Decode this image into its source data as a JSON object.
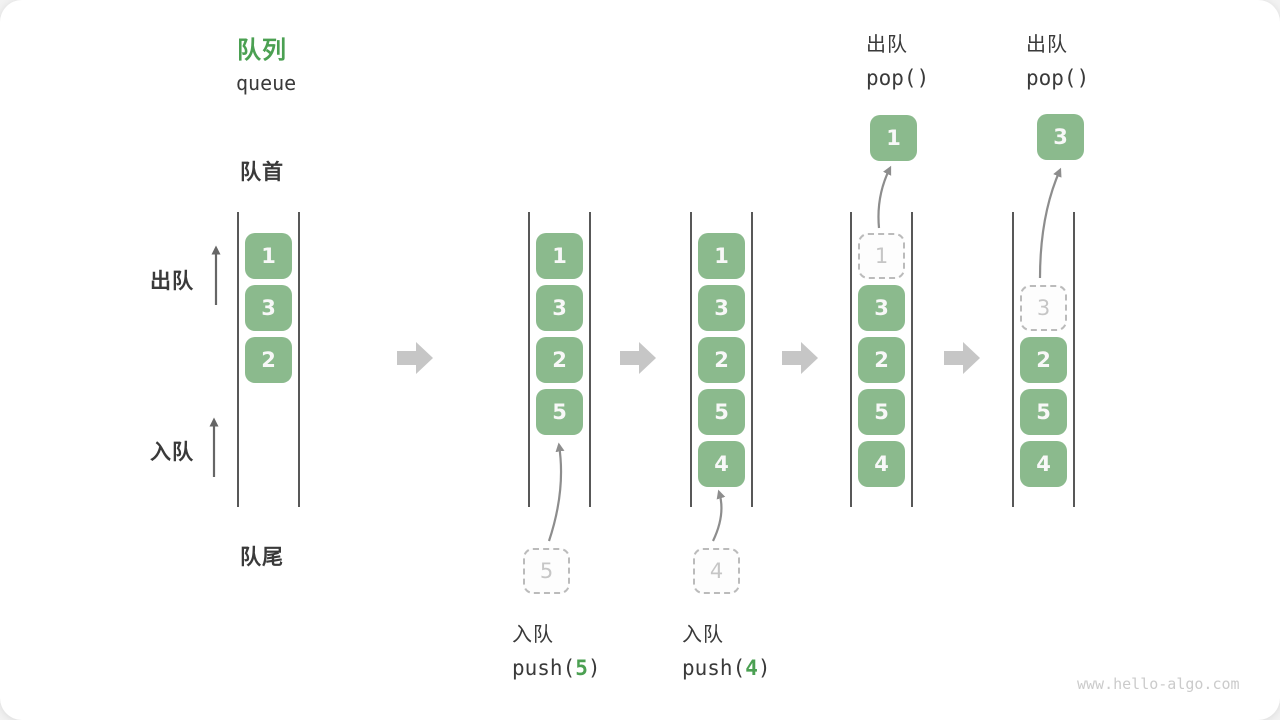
{
  "title": {
    "zh": "队列",
    "en": "queue"
  },
  "labels": {
    "front": "队首",
    "rear": "队尾",
    "dequeue_side": "出队",
    "enqueue_side": "入队"
  },
  "watermark": "www.hello-algo.com",
  "colors": {
    "green_box": "#8BBA8D",
    "green_accent": "#4BA052",
    "text_dark": "#3A3A3A",
    "cell_text": "#F8F8F8",
    "ghost_border": "#BBBBBB",
    "ghost_text": "#C6C6C6",
    "rail": "#585858",
    "big_arrow": "#C6C6C6",
    "curve_arrow": "#8D8D8D",
    "side_arrow": "#666666",
    "watermark": "#CBCBCB"
  },
  "states": [
    {
      "name": "initial",
      "cells": [
        {
          "slot": 0,
          "value": "1",
          "style": "solid"
        },
        {
          "slot": 1,
          "value": "3",
          "style": "solid"
        },
        {
          "slot": 2,
          "value": "2",
          "style": "solid"
        }
      ]
    },
    {
      "name": "after-push-5",
      "cells": [
        {
          "slot": 0,
          "value": "1",
          "style": "solid"
        },
        {
          "slot": 1,
          "value": "3",
          "style": "solid"
        },
        {
          "slot": 2,
          "value": "2",
          "style": "solid"
        },
        {
          "slot": 3,
          "value": "5",
          "style": "solid"
        }
      ],
      "incoming": "5",
      "caption": {
        "label": "入队",
        "code": [
          {
            "text": "push(",
            "accent": false
          },
          {
            "text": "5",
            "accent": true
          },
          {
            "text": ")",
            "accent": false
          }
        ]
      }
    },
    {
      "name": "after-push-4",
      "cells": [
        {
          "slot": 0,
          "value": "1",
          "style": "solid"
        },
        {
          "slot": 1,
          "value": "3",
          "style": "solid"
        },
        {
          "slot": 2,
          "value": "2",
          "style": "solid"
        },
        {
          "slot": 3,
          "value": "5",
          "style": "solid"
        },
        {
          "slot": 4,
          "value": "4",
          "style": "solid"
        }
      ],
      "incoming": "4",
      "caption": {
        "label": "入队",
        "code": [
          {
            "text": "push(",
            "accent": false
          },
          {
            "text": "4",
            "accent": true
          },
          {
            "text": ")",
            "accent": false
          }
        ]
      }
    },
    {
      "name": "after-pop-1",
      "cells": [
        {
          "slot": 0,
          "value": "1",
          "style": "dashed"
        },
        {
          "slot": 1,
          "value": "3",
          "style": "solid"
        },
        {
          "slot": 2,
          "value": "2",
          "style": "solid"
        },
        {
          "slot": 3,
          "value": "5",
          "style": "solid"
        },
        {
          "slot": 4,
          "value": "4",
          "style": "solid"
        }
      ],
      "popped": "1",
      "caption": {
        "label": "出队",
        "code": [
          {
            "text": "pop()",
            "accent": false
          }
        ]
      }
    },
    {
      "name": "after-pop-3",
      "cells": [
        {
          "slot": 1,
          "value": "3",
          "style": "dashed"
        },
        {
          "slot": 2,
          "value": "2",
          "style": "solid"
        },
        {
          "slot": 3,
          "value": "5",
          "style": "solid"
        },
        {
          "slot": 4,
          "value": "4",
          "style": "solid"
        }
      ],
      "popped": "3",
      "caption": {
        "label": "出队",
        "code": [
          {
            "text": "pop()",
            "accent": false
          }
        ]
      }
    }
  ]
}
